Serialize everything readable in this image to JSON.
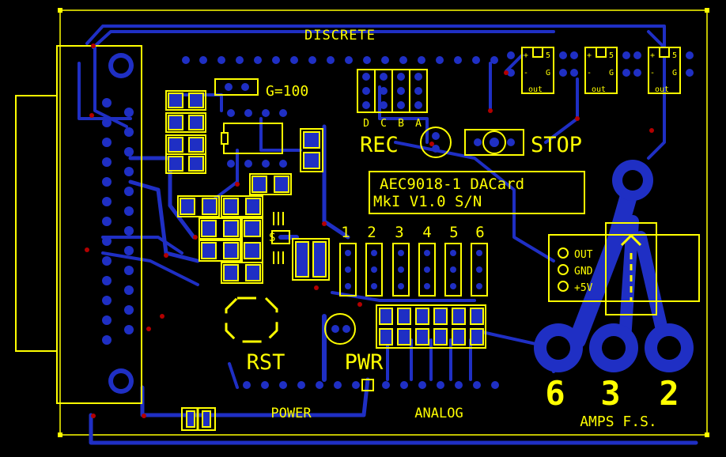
{
  "board": {
    "header_discrete": "DISCRETE",
    "gain_label": "G=100",
    "bit_labels": [
      "D",
      "C",
      "B",
      "A"
    ],
    "rec_label": "REC",
    "stop_label": "STOP",
    "title_line1": "AEC9018-1 DACard",
    "title_line2": "MkI V1.0 S/N",
    "channel_numbers": [
      "1",
      "2",
      "3",
      "4",
      "5",
      "6"
    ],
    "sensor_pins": [
      "OUT",
      "GND",
      "+5V"
    ],
    "rst_label": "RST",
    "pwr_label": "PWR",
    "power_label": "POWER",
    "analog_label": "ANALOG",
    "amp_ranges": [
      "6",
      "3",
      "2"
    ],
    "amps_label": "AMPS F.S.",
    "small_s_label": "S",
    "regulators": [
      {
        "plus": "+",
        "minus": "-",
        "out": "out",
        "code": "5",
        "g": "G"
      },
      {
        "plus": "+",
        "minus": "-",
        "out": "out",
        "code": "5",
        "g": "G"
      },
      {
        "plus": "+",
        "minus": "-",
        "out": "out",
        "code": "5",
        "g": "G"
      }
    ]
  },
  "colors": {
    "background": "#000000",
    "silkscreen": "#ffff00",
    "copper": "#1f2fc4",
    "via": "#b30000"
  }
}
